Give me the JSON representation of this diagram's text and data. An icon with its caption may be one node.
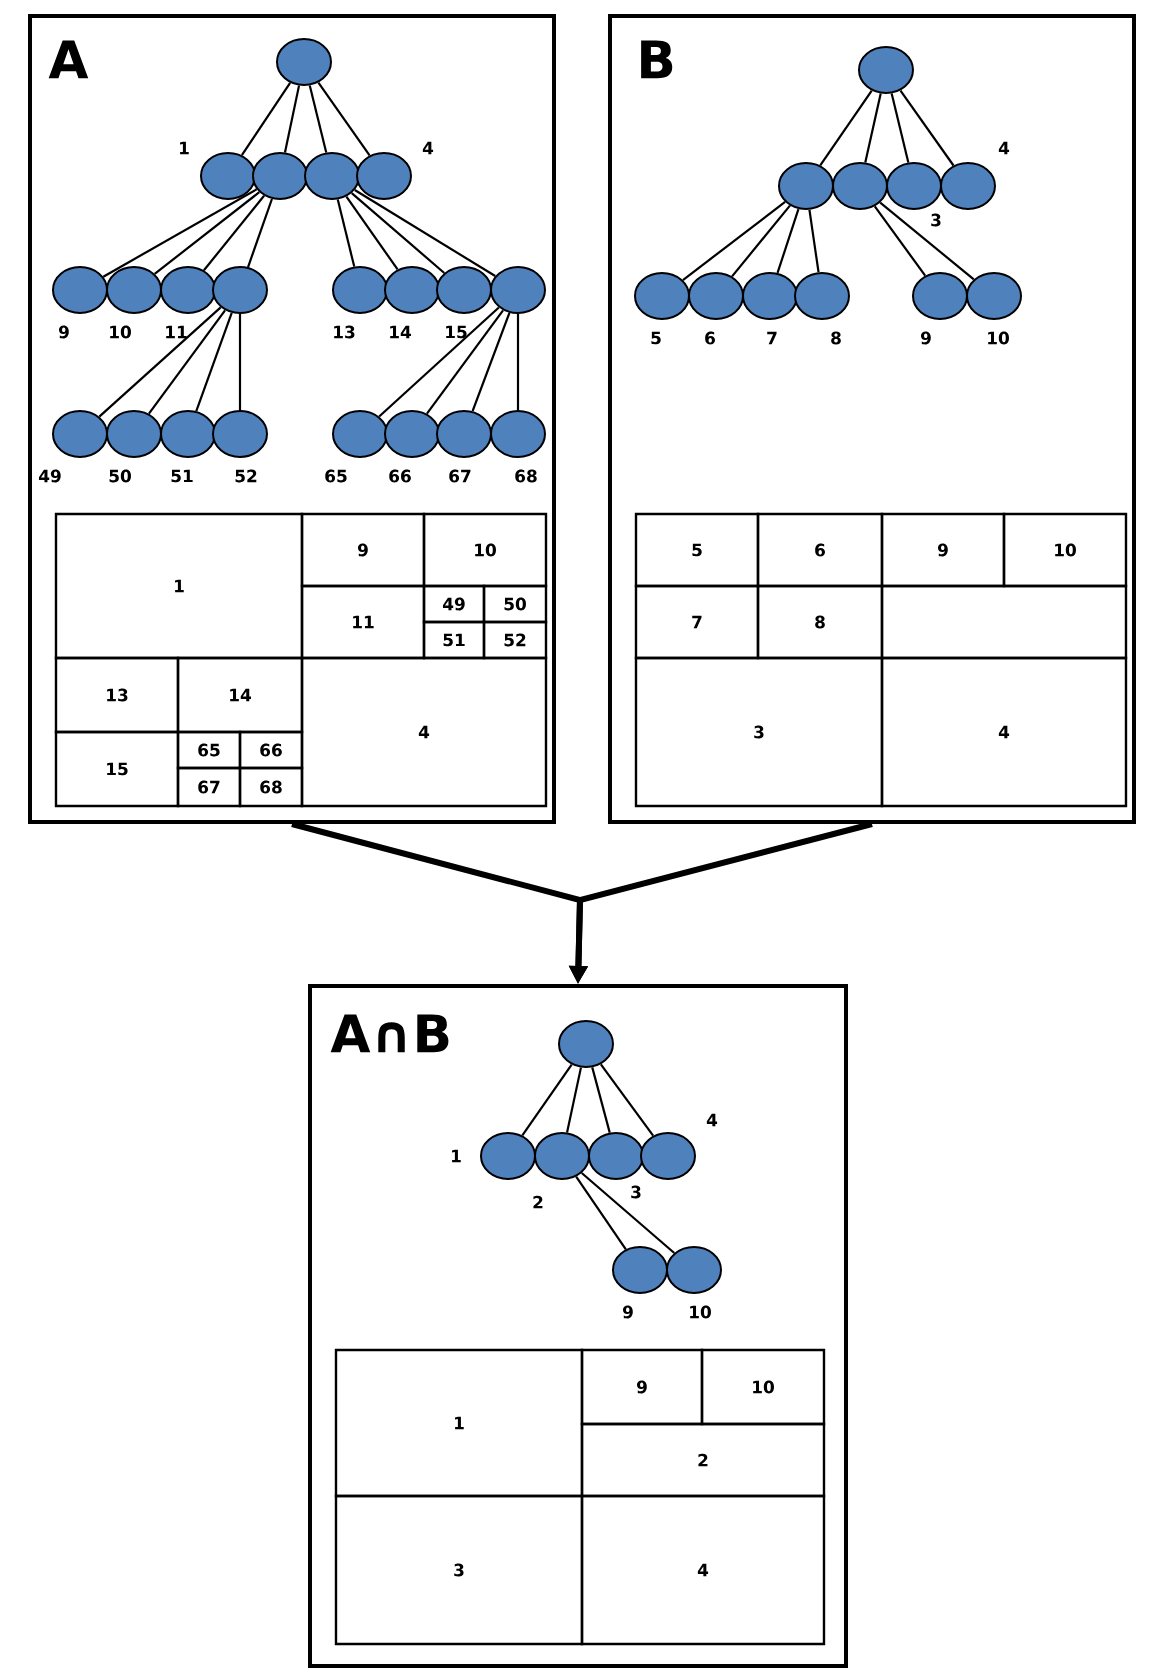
{
  "diagram": {
    "nodes": [
      {
        "text": [
          "A"
        ]
      },
      {
        "text": [],
        "shape": "circle",
        "in": 0
      },
      {
        "text": [],
        "shape": "circle",
        "in": 0,
        "beside": [
          "1"
        ]
      },
      {
        "text": [],
        "shape": "circle",
        "in": 0
      },
      {
        "text": [],
        "shape": "circle",
        "in": 0
      },
      {
        "text": [],
        "shape": "circle",
        "in": 0,
        "beside": [
          "4"
        ]
      },
      {
        "text": [],
        "shape": "circle",
        "in": 0,
        "beside": [
          "9"
        ]
      },
      {
        "text": [],
        "shape": "circle",
        "in": 0,
        "beside": [
          "10"
        ]
      },
      {
        "text": [],
        "shape": "circle",
        "in": 0,
        "beside": [
          "11"
        ]
      },
      {
        "text": [],
        "shape": "circle",
        "in": 0
      },
      {
        "text": [],
        "shape": "circle",
        "in": 0,
        "beside": [
          "13"
        ]
      },
      {
        "text": [],
        "shape": "circle",
        "in": 0,
        "beside": [
          "14"
        ]
      },
      {
        "text": [],
        "shape": "circle",
        "in": 0,
        "beside": [
          "15"
        ]
      },
      {
        "text": [],
        "shape": "circle",
        "in": 0
      },
      {
        "text": [],
        "shape": "circle",
        "in": 0,
        "beside": [
          "49"
        ]
      },
      {
        "text": [],
        "shape": "circle",
        "in": 0,
        "beside": [
          "50"
        ]
      },
      {
        "text": [],
        "shape": "circle",
        "in": 0,
        "beside": [
          "51"
        ]
      },
      {
        "text": [],
        "shape": "circle",
        "in": 0,
        "beside": [
          "52"
        ]
      },
      {
        "text": [],
        "shape": "circle",
        "in": 0,
        "beside": [
          "65"
        ]
      },
      {
        "text": [],
        "shape": "circle",
        "in": 0,
        "beside": [
          "66"
        ]
      },
      {
        "text": [],
        "shape": "circle",
        "in": 0,
        "beside": [
          "67"
        ]
      },
      {
        "text": [],
        "shape": "circle",
        "in": 0,
        "beside": [
          "68"
        ]
      },
      {
        "text": [
          "1"
        ],
        "in": 0
      },
      {
        "text": [
          "9"
        ],
        "in": 0
      },
      {
        "text": [
          "10"
        ],
        "in": 0
      },
      {
        "text": [
          "11"
        ],
        "in": 0
      },
      {
        "text": [
          "49"
        ],
        "in": 0
      },
      {
        "text": [
          "50"
        ],
        "in": 0
      },
      {
        "text": [
          "51"
        ],
        "in": 0
      },
      {
        "text": [
          "52"
        ],
        "in": 0
      },
      {
        "text": [
          "13"
        ],
        "in": 0
      },
      {
        "text": [
          "14"
        ],
        "in": 0
      },
      {
        "text": [
          "15"
        ],
        "in": 0
      },
      {
        "text": [
          "65"
        ],
        "in": 0
      },
      {
        "text": [
          "66"
        ],
        "in": 0
      },
      {
        "text": [
          "67"
        ],
        "in": 0
      },
      {
        "text": [
          "68"
        ],
        "in": 0
      },
      {
        "text": [
          "4"
        ],
        "in": 0
      },
      {
        "text": [
          "B"
        ]
      },
      {
        "text": [],
        "shape": "circle",
        "in": 38
      },
      {
        "text": [],
        "shape": "circle",
        "in": 38
      },
      {
        "text": [],
        "shape": "circle",
        "in": 38
      },
      {
        "text": [],
        "shape": "circle",
        "in": 38,
        "beside": [
          "3"
        ]
      },
      {
        "text": [],
        "shape": "circle",
        "in": 38,
        "beside": [
          "4"
        ]
      },
      {
        "text": [],
        "shape": "circle",
        "in": 38,
        "beside": [
          "5"
        ]
      },
      {
        "text": [],
        "shape": "circle",
        "in": 38,
        "beside": [
          "6"
        ]
      },
      {
        "text": [],
        "shape": "circle",
        "in": 38,
        "beside": [
          "7"
        ]
      },
      {
        "text": [],
        "shape": "circle",
        "in": 38,
        "beside": [
          "8"
        ]
      },
      {
        "text": [],
        "shape": "circle",
        "in": 38,
        "beside": [
          "9"
        ]
      },
      {
        "text": [],
        "shape": "circle",
        "in": 38,
        "beside": [
          "10"
        ]
      },
      {
        "text": [
          "5"
        ],
        "in": 38
      },
      {
        "text": [
          "6"
        ],
        "in": 38
      },
      {
        "text": [
          "9"
        ],
        "in": 38
      },
      {
        "text": [
          "10"
        ],
        "in": 38
      },
      {
        "text": [
          "7"
        ],
        "in": 38
      },
      {
        "text": [
          "8"
        ],
        "in": 38
      },
      {
        "text": [],
        "shape": "box",
        "in": 38
      },
      {
        "text": [
          "3"
        ],
        "in": 38
      },
      {
        "text": [
          "4"
        ],
        "in": 38
      },
      {
        "text": [
          "A∩B"
        ]
      },
      {
        "text": [],
        "shape": "circle",
        "in": 59
      },
      {
        "text": [],
        "shape": "circle",
        "in": 59,
        "beside": [
          "1"
        ]
      },
      {
        "text": [],
        "shape": "circle",
        "in": 59,
        "beside": [
          "2"
        ]
      },
      {
        "text": [],
        "shape": "circle",
        "in": 59,
        "beside": [
          "3"
        ]
      },
      {
        "text": [],
        "shape": "circle",
        "in": 59,
        "beside": [
          "4"
        ]
      },
      {
        "text": [],
        "shape": "circle",
        "in": 59,
        "beside": [
          "9"
        ]
      },
      {
        "text": [],
        "shape": "circle",
        "in": 59,
        "beside": [
          "10"
        ]
      },
      {
        "text": [
          "1"
        ],
        "in": 59
      },
      {
        "text": [
          "9"
        ],
        "in": 59
      },
      {
        "text": [
          "10"
        ],
        "in": 59
      },
      {
        "text": [
          "2"
        ],
        "in": 59
      },
      {
        "text": [
          "3"
        ],
        "in": 59
      },
      {
        "text": [
          "4"
        ],
        "in": 59
      }
    ],
    "edges": [
      {
        "from": 1,
        "to": 2,
        "arrow": "none"
      },
      {
        "from": 1,
        "to": 3,
        "arrow": "none"
      },
      {
        "from": 1,
        "to": 4,
        "arrow": "none"
      },
      {
        "from": 1,
        "to": 5,
        "arrow": "none"
      },
      {
        "from": 3,
        "to": 6,
        "arrow": "none"
      },
      {
        "from": 3,
        "to": 7,
        "arrow": "none"
      },
      {
        "from": 3,
        "to": 8,
        "arrow": "none"
      },
      {
        "from": 3,
        "to": 9,
        "arrow": "none"
      },
      {
        "from": 4,
        "to": 10,
        "arrow": "none"
      },
      {
        "from": 4,
        "to": 11,
        "arrow": "none"
      },
      {
        "from": 4,
        "to": 12,
        "arrow": "none"
      },
      {
        "from": 4,
        "to": 13,
        "arrow": "none"
      },
      {
        "from": 9,
        "to": 14,
        "arrow": "none"
      },
      {
        "from": 9,
        "to": 15,
        "arrow": "none"
      },
      {
        "from": 9,
        "to": 16,
        "arrow": "none"
      },
      {
        "from": 9,
        "to": 17,
        "arrow": "none"
      },
      {
        "from": 13,
        "to": 18,
        "arrow": "none"
      },
      {
        "from": 13,
        "to": 19,
        "arrow": "none"
      },
      {
        "from": 13,
        "to": 20,
        "arrow": "none"
      },
      {
        "from": 13,
        "to": 21,
        "arrow": "none"
      },
      {
        "from": 39,
        "to": 40,
        "arrow": "none"
      },
      {
        "from": 39,
        "to": 41,
        "arrow": "none"
      },
      {
        "from": 39,
        "to": 42,
        "arrow": "none"
      },
      {
        "from": 39,
        "to": 43,
        "arrow": "none"
      },
      {
        "from": 40,
        "to": 44,
        "arrow": "none"
      },
      {
        "from": 40,
        "to": 45,
        "arrow": "none"
      },
      {
        "from": 40,
        "to": 46,
        "arrow": "none"
      },
      {
        "from": 40,
        "to": 47,
        "arrow": "none"
      },
      {
        "from": 41,
        "to": 48,
        "arrow": "none"
      },
      {
        "from": 41,
        "to": 49,
        "arrow": "none"
      },
      {
        "from": 60,
        "to": 61,
        "arrow": "none"
      },
      {
        "from": 60,
        "to": 62,
        "arrow": "none"
      },
      {
        "from": 60,
        "to": 63,
        "arrow": "none"
      },
      {
        "from": 60,
        "to": 64,
        "arrow": "none"
      },
      {
        "from": 62,
        "to": 65,
        "arrow": "none"
      },
      {
        "from": 62,
        "to": 66,
        "arrow": "none"
      },
      {
        "from": 0,
        "to": 59,
        "arrow": "to",
        "style": "thick"
      },
      {
        "from": 38,
        "to": 59,
        "arrow": "to",
        "style": "thick"
      }
    ]
  }
}
